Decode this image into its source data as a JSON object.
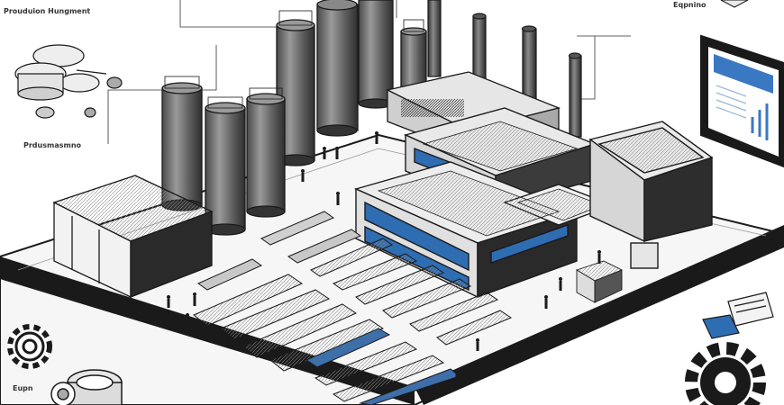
{
  "labels": {
    "top_left": "Prouduion Hungment",
    "mid_left": "Prdusmasmno",
    "top_right": "Eqpnino",
    "bottom_left": "Eupn"
  },
  "colors": {
    "outline": "#1a1a1a",
    "silo": "#6e6e6e",
    "silo_dark": "#3d3d3d",
    "window": "#2f6db3",
    "roof": "#d9d9d9",
    "ground": "#f4f4f4",
    "monitor_screen": "#3a78c2"
  },
  "icons": [
    "gear-icon",
    "tablet-chart-icon",
    "document-stack-icon",
    "pipe-coil-icon"
  ]
}
